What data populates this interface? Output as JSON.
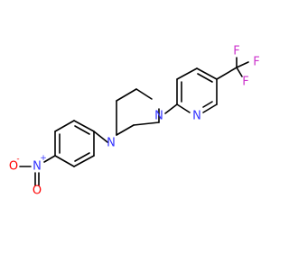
{
  "molecule": {
    "atom_labels": {
      "n_piperazine_left": "N",
      "n_piperazine_right": "N",
      "n_pyridine": "N",
      "n_nitro": "N",
      "o_nitro_left": "O",
      "o_nitro_down": "O",
      "f_top": "F",
      "f_right": "F",
      "f_lower": "F"
    },
    "charges": {
      "n_nitro": "+",
      "o_nitro_left": "-"
    },
    "colors": {
      "nitrogen": "#3333ff",
      "oxygen": "#ff0000",
      "fluorine": "#cc33cc",
      "bond": "#000000",
      "background": "#ffffff"
    }
  }
}
